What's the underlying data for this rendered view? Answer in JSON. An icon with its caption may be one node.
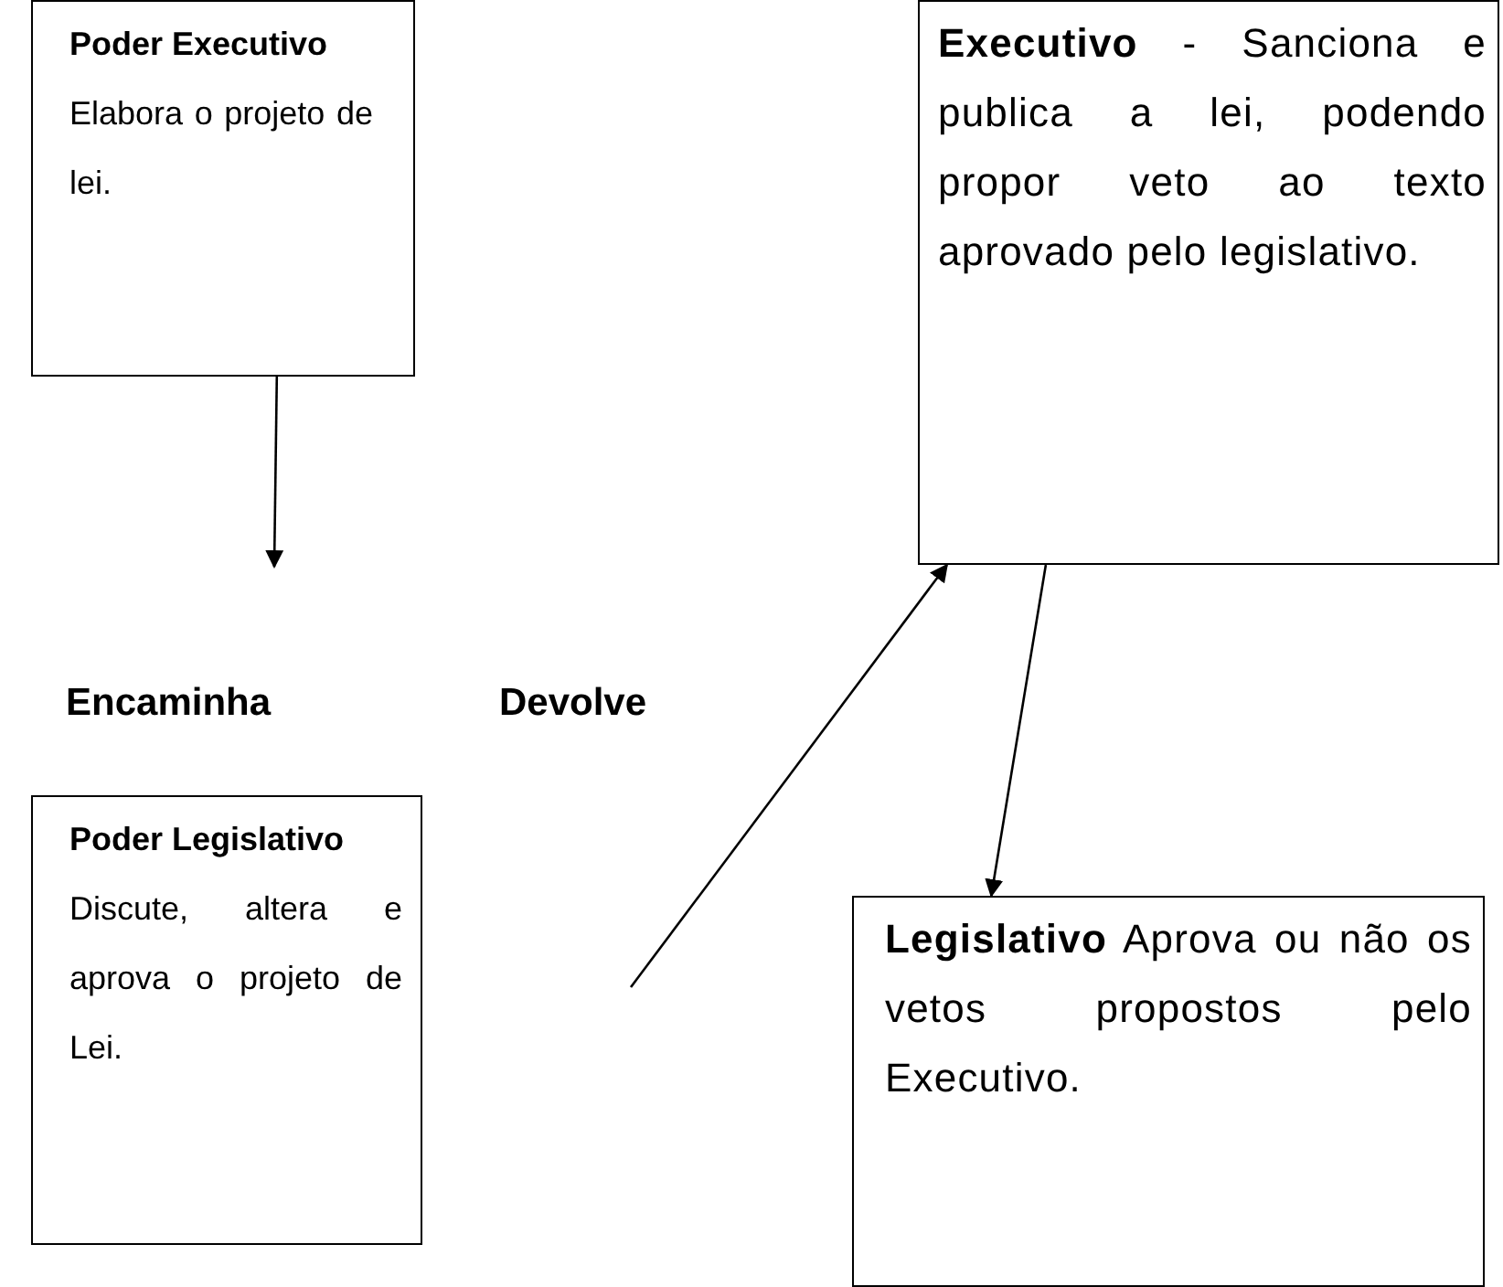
{
  "diagram": {
    "nodes": [
      {
        "text": [
          "Poder Executivo",
          "Elabora o projeto de lei."
        ]
      },
      {
        "text": [
          "**Executivo** - Sanciona e publica a lei, podendo propor veto ao texto aprovado pelo legislativo."
        ]
      },
      {
        "text": [
          "Poder Legislativo",
          "Discute, altera e aprova o projeto de Lei."
        ]
      },
      {
        "text": [
          "**Legislativo** Aprova ou não os vetos propostos pelo Executivo."
        ]
      }
    ],
    "edges": [
      {
        "from": 0,
        "to": null,
        "arrow": "to"
      },
      {
        "from": null,
        "to": 1,
        "arrow": "to"
      },
      {
        "from": 1,
        "to": 3,
        "arrow": "to"
      }
    ],
    "labels": [
      "Encaminha",
      "Devolve"
    ]
  }
}
